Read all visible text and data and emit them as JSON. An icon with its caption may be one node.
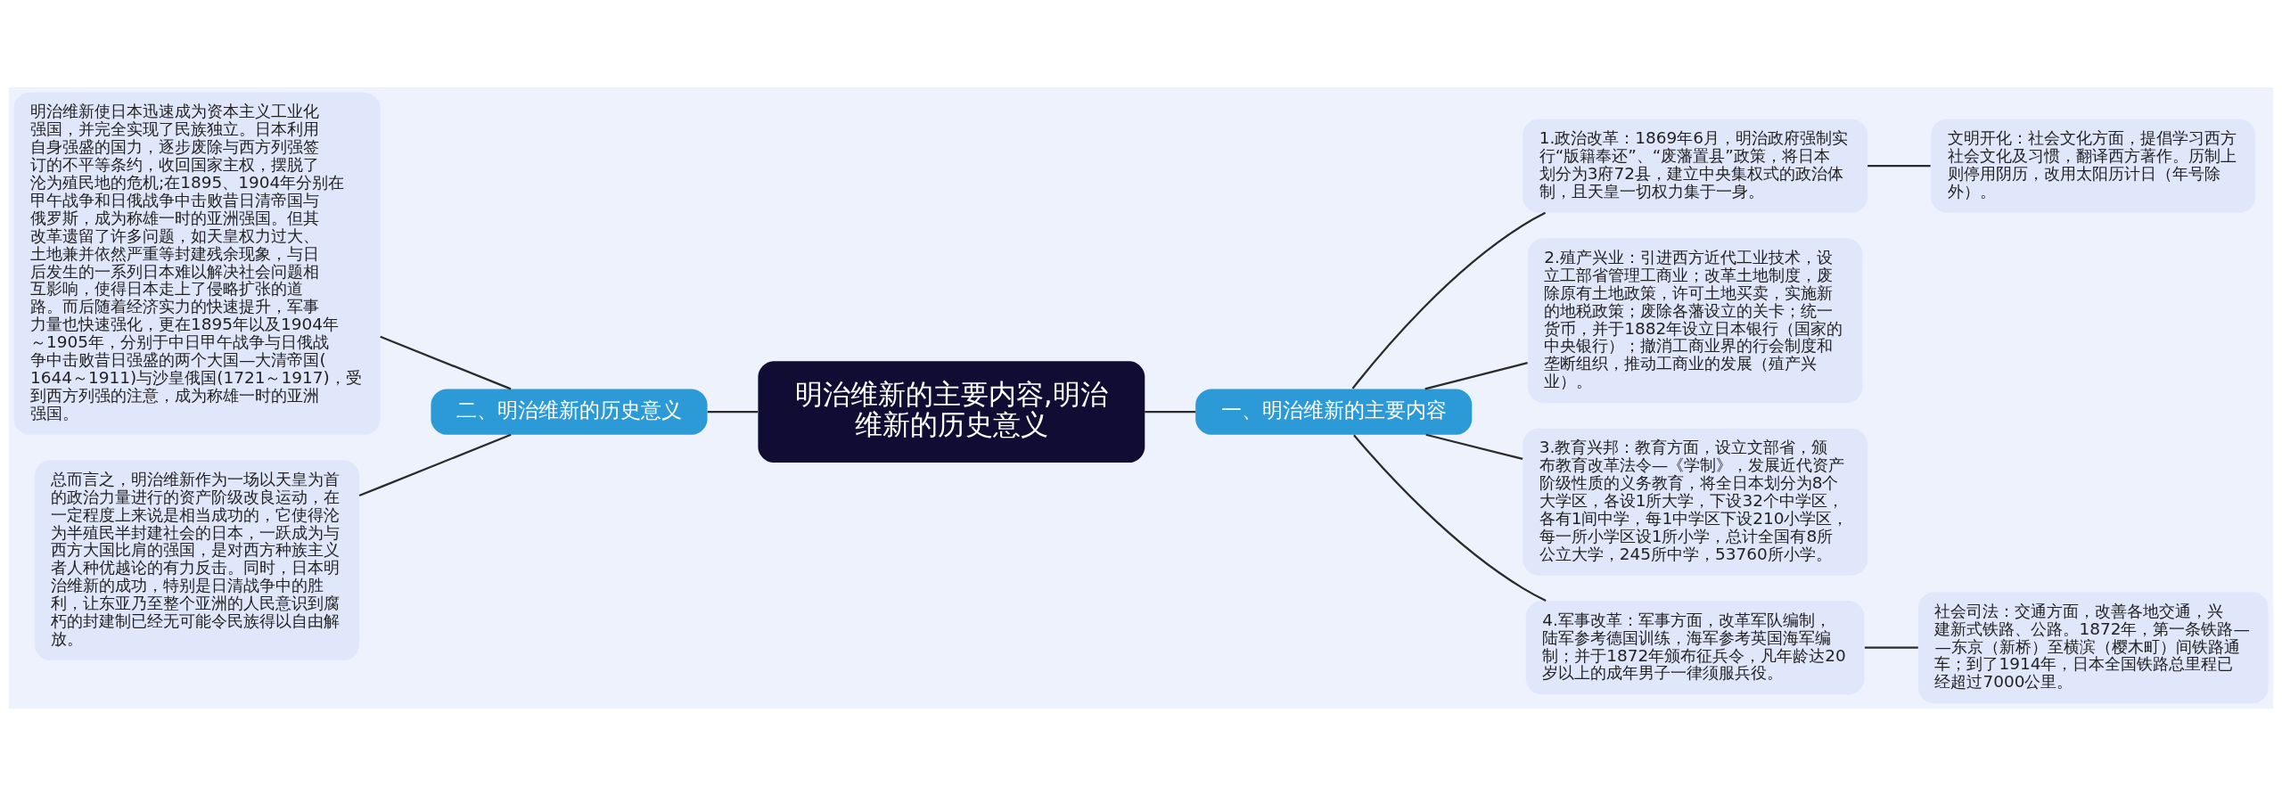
{
  "diagram": {
    "nodes": [
      {
        "text": [
          "明治维新的主要内容,明治维新的历史意义"
        ]
      },
      {
        "text": [
          "二、明治维新的历史意义"
        ]
      },
      {
        "text": [
          "明治维新使日本迅速成为资本主义工业化强国，并完全实现了民族独立。日本利用自身强盛的国力，逐步废除与西方列强签订的不平等条约，收回国家主权，摆脱了沦为殖民地的危机;在1895、1904年分别在甲午战争和日俄战争中击败昔日清帝国与俄罗斯，成为称雄一时的亚洲强国。但其改革遗留了许多问题，如天皇权力过大、土地兼并依然严重等封建残余现象，与日后发生的一系列日本难以解决社会问题相互影响，使得日本走上了侵略扩张的道路。而后随着经济实力的快速提升，军事力量也快速强化，更在1895年以及1904年～1905年，分别于中日甲午战争与日俄战争中击败昔日强盛的两个大国—大清帝国(1644～1911)与沙皇俄国(1721～1917)，受到西方列强的注意，成为称雄一时的亚洲强国。"
        ]
      },
      {
        "text": [
          "总而言之，明治维新作为一场以天皇为首的政治力量进行的资产阶级改良运动，在一定程度上来说是相当成功的，它使得沦为半殖民半封建社会的日本，一跃成为与西方大国比肩的强国，是对西方种族主义者人种优越论的有力反击。同时，日本明治维新的成功，特别是日清战争中的胜利，让东亚乃至整个亚洲的人民意识到腐朽的封建制已经无可能令民族得以自由解放。"
        ]
      },
      {
        "text": [
          "一、明治维新的主要内容"
        ]
      },
      {
        "text": [
          "1.政治改革：1869年6月，明治政府强制实行“版籍奉还”、“废藩置县”政策，将日本划分为3府72县，建立中央集权式的政治体制，且天皇一切权力集于一身。"
        ]
      },
      {
        "text": [
          "文明开化：社会文化方面，提倡学习西方社会文化及习惯，翻译西方著作。历制上则停用阴历，改用太阳历计日（年号除外）。"
        ]
      },
      {
        "text": [
          "2.殖产兴业：引进西方近代工业技术，设立工部省管理工商业；改革土地制度，废除原有土地政策，许可土地买卖，实施新的地税政策；废除各藩设立的关卡；统一货币，并于1882年设立日本银行（国家的中央银行）；撤消工商业界的行会制度和垄断组织，推动工商业的发展（殖产兴业）。"
        ]
      },
      {
        "text": [
          "3.教育兴邦：教育方面，设立文部省，颁布教育改革法令—《学制》，发展近代资产阶级性质的义务教育，将全日本划分为8个大学区，各设1所大学，下设32个中学区，各有1间中学，每1中学区下设210小学区，每一所小学区设1所小学，总计全国有8所公立大学，245所中学，53760所小学。"
        ]
      },
      {
        "text": [
          "4.军事改革：军事方面，改革军队编制，陆军参考德国训练，海军参考英国海军编制；并于1872年颁布征兵令，凡年龄达20岁以上的成年男子一律须服兵役。"
        ]
      },
      {
        "text": [
          "社会司法：交通方面，改善各地交通，兴建新式铁路、公路。1872年，第一条铁路——东京（新桥）至横滨（樱木町）间铁路通车；到了1914年，日本全国铁路总里程已经超过7000公里。"
        ]
      }
    ],
    "edges": [
      {
        "from": 0,
        "to": 1,
        "arrow": "none"
      },
      {
        "from": 1,
        "to": 2,
        "arrow": "none"
      },
      {
        "from": 1,
        "to": 3,
        "arrow": "none"
      },
      {
        "from": 0,
        "to": 4,
        "arrow": "none"
      },
      {
        "from": 4,
        "to": 5,
        "arrow": "none"
      },
      {
        "from": 5,
        "to": 6,
        "arrow": "none"
      },
      {
        "from": 4,
        "to": 7,
        "arrow": "none"
      },
      {
        "from": 4,
        "to": 8,
        "arrow": "none"
      },
      {
        "from": 4,
        "to": 9,
        "arrow": "none"
      },
      {
        "from": 9,
        "to": 10,
        "arrow": "none"
      }
    ]
  }
}
